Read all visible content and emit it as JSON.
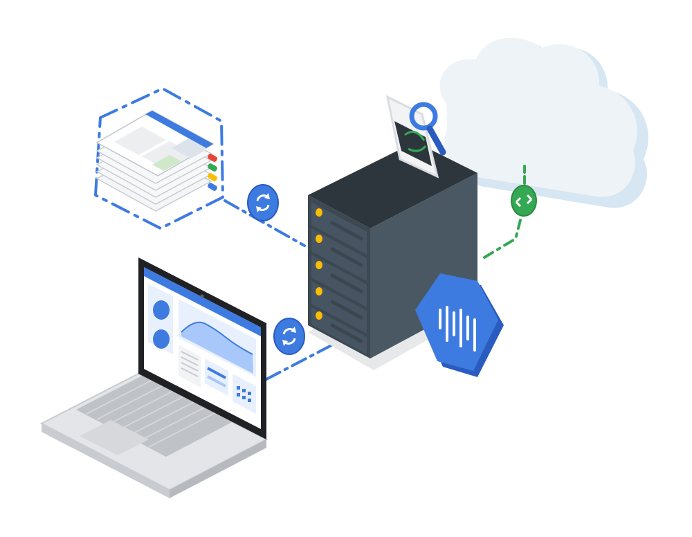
{
  "nodes": [
    {
      "id": "cloud",
      "icon": "cloud-icon"
    },
    {
      "id": "server",
      "icon": "server-rack-icon"
    },
    {
      "id": "search-window",
      "icon": "search-icon"
    },
    {
      "id": "document-stack",
      "icon": "documents-stack-icon"
    },
    {
      "id": "laptop",
      "icon": "laptop-icon"
    },
    {
      "id": "bigquery-hexagon",
      "icon": "bar-code-analytics-icon"
    }
  ],
  "connectors": [
    {
      "from": "document-stack",
      "to": "server",
      "style": "dash-dot",
      "badge_icon": "sync-icon"
    },
    {
      "from": "laptop",
      "to": "server",
      "style": "dash-dot",
      "badge_icon": "sync-icon"
    },
    {
      "from": "server",
      "to": "cloud",
      "style": "dash-dot",
      "badge_icon": "transfer-arrows-icon"
    }
  ],
  "colors": {
    "blue": "#3D7BE0",
    "blue_dark": "#2A5CC0",
    "green": "#34A853",
    "red": "#EA4335",
    "yellow": "#FBBC04",
    "server_body": "#3C4852",
    "server_top": "#2E363D",
    "server_side": "#4A5863",
    "cloud_fill": "#EEF3F7",
    "cloud_shade": "#D6E6F2",
    "gray_light": "#E8EAED",
    "gray_mid": "#C8CBD0"
  }
}
